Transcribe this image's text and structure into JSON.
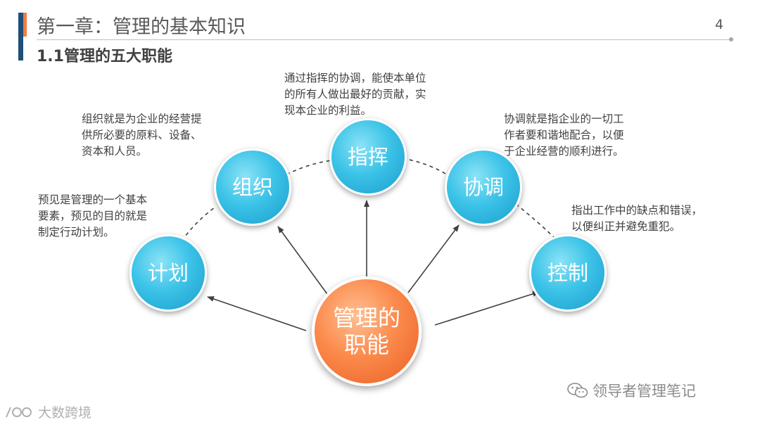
{
  "header": {
    "chapter_title": "第一章：管理的基本知识",
    "page_number": "4",
    "section_title": "1.1管理的五大职能"
  },
  "diagram": {
    "center": {
      "label_line1": "管理的",
      "label_line2": "职能"
    },
    "nodes": {
      "plan": {
        "label": "计划",
        "description": [
          "预见是管理的一个基本",
          "要素，预见的目的就是",
          "制定行动计划。"
        ]
      },
      "organize": {
        "label": "组织",
        "description": [
          "组织就是为企业的经营提",
          "供所必要的原料、设备、",
          "资本和人员。"
        ]
      },
      "command": {
        "label": "指挥",
        "description": [
          "通过指挥的协调，能使本单位",
          "的所有人做出最好的贡献，实",
          "现本企业的利益。"
        ]
      },
      "coordinate": {
        "label": "协调",
        "description": [
          "协调就是指企业的一切工",
          "作者要和谐地配合，以便",
          "于企业经营的顺利进行。"
        ]
      },
      "control": {
        "label": "控制",
        "description": [
          "指出工作中的缺点和错误，",
          "以便纠正并避免重犯。"
        ]
      }
    }
  },
  "watermarks": {
    "right": "领导者管理笔记",
    "left": "大数跨境"
  },
  "colors": {
    "node_blue": "#3cc3e8",
    "node_orange": "#fb8a4c",
    "accent_dark": "#1f4e79",
    "accent_orange": "#f47c3c"
  }
}
